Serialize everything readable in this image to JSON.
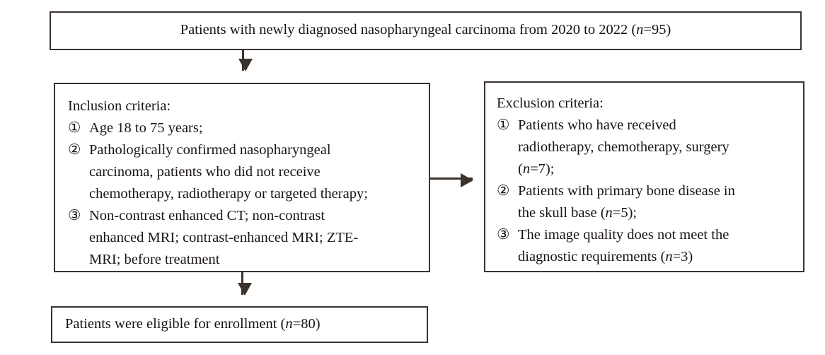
{
  "figure": {
    "type": "patient-flow-diagram",
    "top_box": {
      "text_before": "Patients with newly diagnosed nasopharyngeal carcinoma from 2020 to 2022 (",
      "n_symbol": "n",
      "text_after": "=95)"
    },
    "inclusion_box": {
      "heading": "Inclusion criteria:",
      "items": [
        {
          "marker": "①",
          "lines": [
            "Age 18 to 75 years;"
          ]
        },
        {
          "marker": "②",
          "lines": [
            "Pathologically confirmed nasopharyngeal",
            "carcinoma, patients who did not receive",
            "chemotherapy, radiotherapy or targeted therapy;"
          ]
        },
        {
          "marker": "③",
          "lines": [
            "Non-contrast enhanced CT; non-contrast",
            "enhanced MRI; contrast-enhanced MRI; ZTE-",
            "MRI; before treatment"
          ]
        }
      ]
    },
    "exclusion_box": {
      "heading": "Exclusion criteria:",
      "items": [
        {
          "marker": "①",
          "line1": "Patients who have received",
          "line2": "radiotherapy, chemotherapy, surgery",
          "line3_before": "(",
          "line3_n": "n",
          "line3_after": "=7);"
        },
        {
          "marker": "②",
          "line1": "Patients with primary bone disease in",
          "line2_before": "the skull base (",
          "line2_n": "n",
          "line2_after": "=5);"
        },
        {
          "marker": "③",
          "line1": "The image quality does not meet the",
          "line2_before": "diagnostic requirements (",
          "line2_n": "n",
          "line2_after": "=3)"
        }
      ]
    },
    "bottom_box": {
      "text_before": "Patients were eligible for enrollment (",
      "n_symbol": "n",
      "text_after": "=80)"
    },
    "arrows": [
      {
        "name": "top-to-inclusion",
        "direction": "down"
      },
      {
        "name": "inclusion-to-exclusion",
        "direction": "right"
      },
      {
        "name": "inclusion-to-bottom",
        "direction": "down"
      }
    ],
    "colors": {
      "border": "#3b322e",
      "text": "#17120f",
      "background": "#ffffff"
    }
  }
}
